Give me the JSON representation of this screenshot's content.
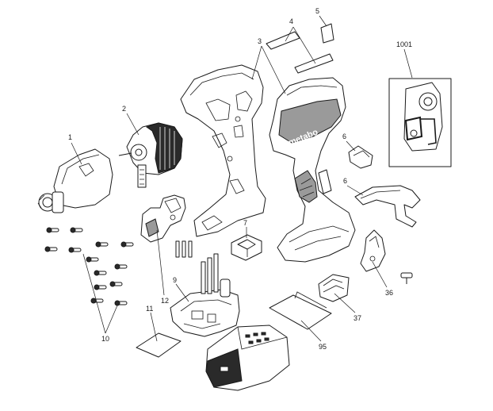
{
  "callouts": {
    "c1": "1",
    "c2": "2",
    "c3": "3",
    "c4": "4",
    "c5": "5",
    "c6a": "6",
    "c6b": "6",
    "c7": "7",
    "c9": "9",
    "c10": "10",
    "c11": "11",
    "c12": "12",
    "c36": "36",
    "c37": "37",
    "c95": "95",
    "c1001": "1001"
  },
  "housing": {
    "brand": "metabo"
  },
  "colors": {
    "line": "#1a1a1a",
    "metal": "#9a9a9a",
    "background": "#ffffff"
  }
}
